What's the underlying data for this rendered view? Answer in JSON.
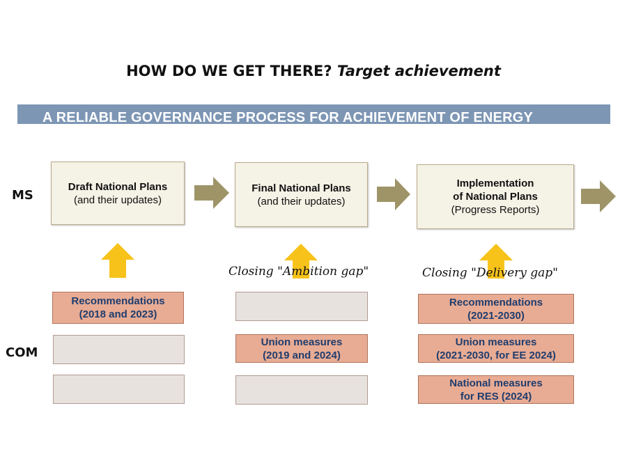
{
  "title": {
    "main": "HOW DO WE GET THERE?",
    "emphasis": "Target achievement"
  },
  "banner": "A RELIABLE GOVERNANCE PROCESS FOR ACHIEVEMENT OF ENERGY",
  "rows": {
    "ms": "MS",
    "com": "COM"
  },
  "plans": [
    {
      "title": "Draft National Plans",
      "subtitle": "(and their updates)"
    },
    {
      "title": "Final National Plans",
      "subtitle": "(and their updates)"
    },
    {
      "title_line1": "Implementation",
      "title_line2": "of National Plans",
      "subtitle": "(Progress Reports)"
    }
  ],
  "gaps": [
    "Closing \"Ambition gap\"",
    "Closing \"Delivery gap\""
  ],
  "com_items": {
    "col1": [
      {
        "line1": "Recommendations",
        "line2": "(2018 and 2023)"
      }
    ],
    "col2": [
      {
        "line1": "Union measures",
        "line2": "(2019 and 2024)"
      }
    ],
    "col3": [
      {
        "line1": "Recommendations",
        "line2": "(2021-2030)"
      },
      {
        "line1": "Union measures",
        "line2": "(2021-2030, for EE 2024)"
      },
      {
        "line1": "National measures",
        "line2": "for RES (2024)"
      }
    ]
  },
  "colors": {
    "banner": "#7d96b4",
    "plan_box": "#f5f2e6",
    "right_arrow": "#9e9468",
    "up_arrow": "#f7c21a",
    "com_filled": "#e8ab93",
    "com_empty": "#e8e2df",
    "com_text": "#1f3d6e"
  }
}
